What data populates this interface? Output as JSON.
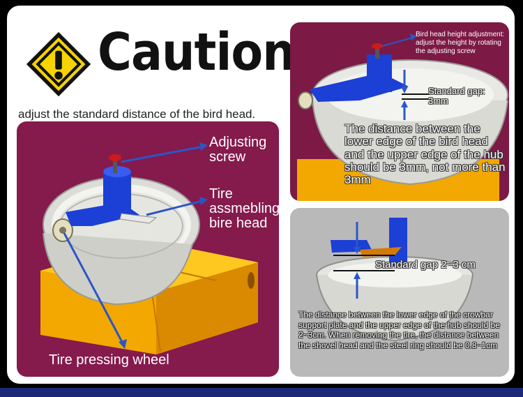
{
  "header": {
    "title": "Caution",
    "subtitle": "adjust the standard distance of the bird head.",
    "icon": "warning-icon"
  },
  "colors": {
    "panel_maroon": "#851a4c",
    "panel_gray": "#b9b9b9",
    "warning_yellow": "#f5d400",
    "arrow_blue": "#2a56c8",
    "clamp_blue": "#1c3fd6",
    "base_orange": "#f4b400",
    "footer_bar": "#1a2a78"
  },
  "main_panel": {
    "adjusting_screw": "Adjusting screw",
    "tire_head": "Tire assmebling bire head",
    "pressing_wheel": "Tire pressing wheel"
  },
  "top_right_panel": {
    "adjustment_note": "Bird head height adjustment: adjust the height by rotating the adjusting screw",
    "standard_gap": "Standard gap: 3mm",
    "distance_note": "The distance between the lower edge of the bird head and the upper edge of the hub should be 3mm, not more than 3mm"
  },
  "bottom_right_panel": {
    "standard_gap": "Standard gap 2~3 cm",
    "distance_note": "The distance between the lower edge of the crowbar support plate and the upper edge of the hub should be 2~3cm. When removing the tire, the distance between the shovel head and the steel ring should be 0.8~1cm"
  }
}
